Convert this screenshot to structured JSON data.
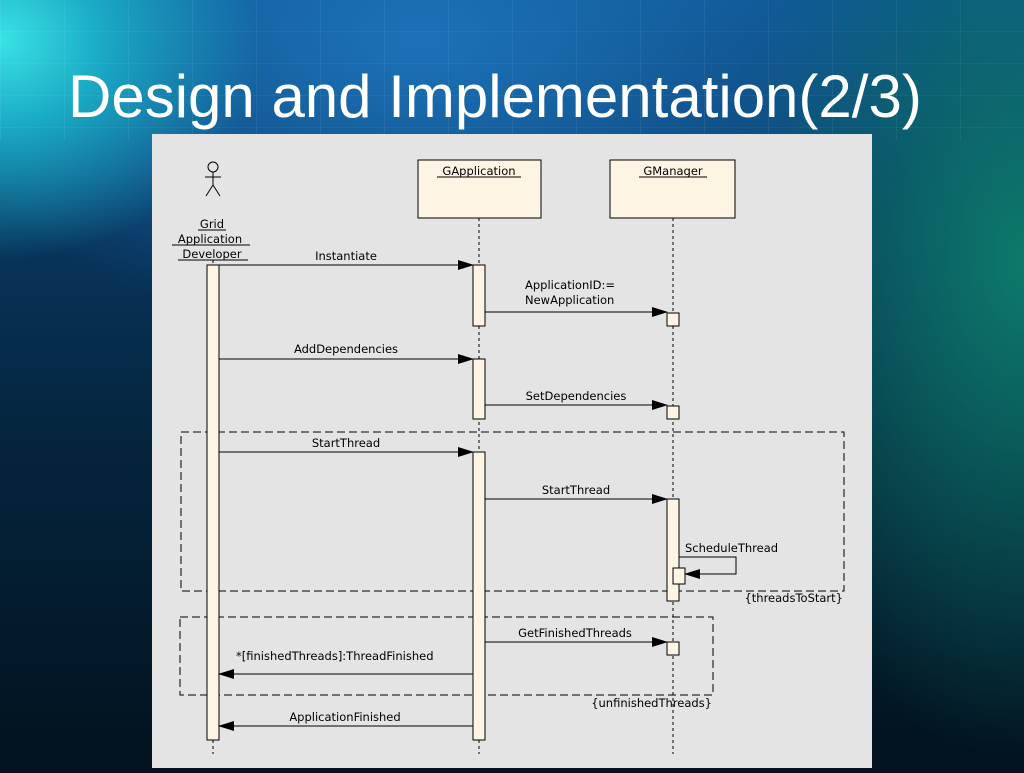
{
  "slide": {
    "title": "Design and Implementation(2/3)"
  },
  "colors": {
    "panel_background": "#e4e4e4",
    "lifeline_box_fill": "#fdf4e3",
    "title_text": "#ffffff"
  },
  "diagram": {
    "actor": {
      "label_lines": [
        "Grid",
        "Application",
        "Developer"
      ],
      "icon": "stick-figure-icon"
    },
    "objects": [
      {
        "id": "gapplication",
        "label": "GApplication"
      },
      {
        "id": "gmanager",
        "label": "GManager"
      }
    ],
    "messages": [
      {
        "from": "actor",
        "to": "gapplication",
        "label": "Instantiate"
      },
      {
        "from": "gapplication",
        "to": "gmanager",
        "label_lines": [
          "ApplicationID:=",
          "NewApplication"
        ]
      },
      {
        "from": "actor",
        "to": "gapplication",
        "label": "AddDependencies"
      },
      {
        "from": "gapplication",
        "to": "gmanager",
        "label": "SetDependencies"
      },
      {
        "from": "actor",
        "to": "gapplication",
        "label": "StartThread"
      },
      {
        "from": "gapplication",
        "to": "gmanager",
        "label": "StartThread"
      },
      {
        "from": "gmanager",
        "to": "gmanager",
        "label": "ScheduleThread"
      },
      {
        "from": "gapplication",
        "to": "gmanager",
        "label": "GetFinishedThreads"
      },
      {
        "from": "gapplication",
        "to": "actor",
        "label": "*[finishedThreads]:ThreadFinished"
      },
      {
        "from": "gapplication",
        "to": "actor",
        "label": "ApplicationFinished"
      }
    ],
    "loops": [
      {
        "id": "loop-threads-to-start",
        "guard": "{threadsToStart}"
      },
      {
        "id": "loop-unfinished-threads",
        "guard": "{unfinishedThreads}"
      }
    ]
  }
}
